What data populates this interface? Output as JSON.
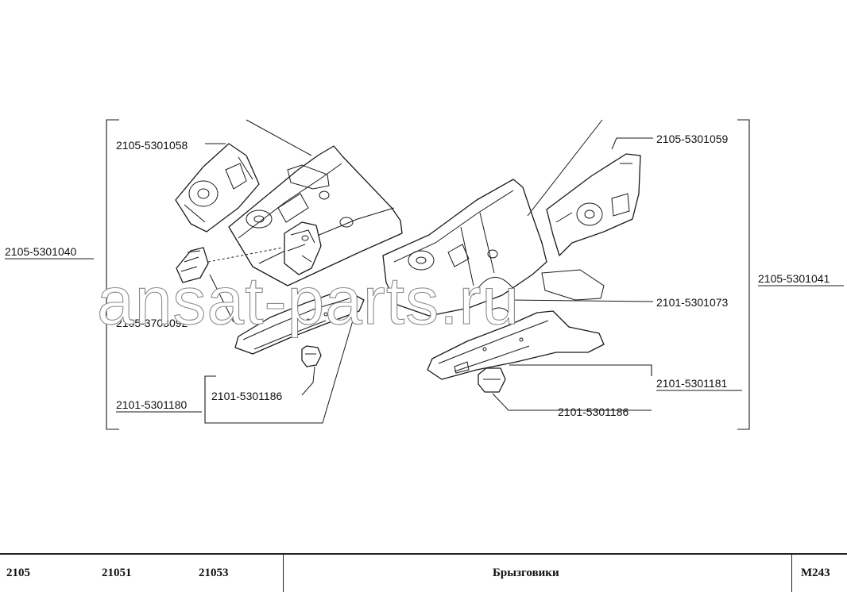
{
  "diagram": {
    "labels": {
      "p_5301040": "2105-5301040",
      "p_5301041": "2105-5301041",
      "p_5301058": "2105-5301058",
      "p_5301059": "2105-5301059",
      "p_3703092": "2105-3703092",
      "p_5301073": "2101-5301073",
      "p_5301180": "2101-5301180",
      "p_5301181": "2101-5301181",
      "p_5301186_left": "2101-5301186",
      "p_5301186_right": "2101-5301186"
    },
    "watermark": "ansat-parts.ru"
  },
  "footer": {
    "models": [
      "2105",
      "21051",
      "21053"
    ],
    "title": "Брызговики",
    "page_code": "M243"
  }
}
